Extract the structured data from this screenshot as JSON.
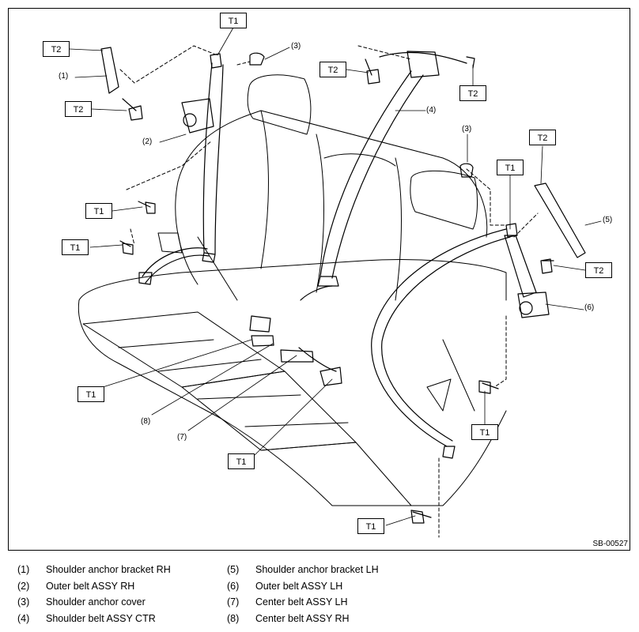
{
  "figure": {
    "code": "SB-00527",
    "torque_labels": {
      "t1": "T1",
      "t2": "T2"
    },
    "callouts": {
      "c1": "(1)",
      "c2": "(2)",
      "c3": "(3)",
      "c4": "(4)",
      "c5": "(5)",
      "c6": "(6)",
      "c7": "(7)",
      "c8": "(8)"
    }
  },
  "legend": {
    "items": [
      {
        "num": "(1)",
        "label": "Shoulder anchor bracket RH"
      },
      {
        "num": "(2)",
        "label": "Outer belt ASSY RH"
      },
      {
        "num": "(3)",
        "label": "Shoulder anchor cover"
      },
      {
        "num": "(4)",
        "label": "Shoulder belt ASSY CTR"
      },
      {
        "num": "(5)",
        "label": "Shoulder anchor bracket LH"
      },
      {
        "num": "(6)",
        "label": "Outer belt ASSY LH"
      },
      {
        "num": "(7)",
        "label": "Center belt ASSY LH"
      },
      {
        "num": "(8)",
        "label": "Center belt ASSY RH"
      }
    ]
  }
}
